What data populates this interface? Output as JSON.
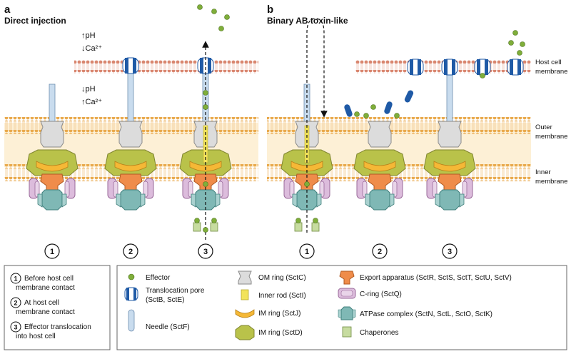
{
  "panel_a": {
    "letter": "a",
    "title": "Direct injection"
  },
  "panel_b": {
    "letter": "b",
    "title": "Binary AB toxin-like"
  },
  "conditions_outside": {
    "ph": "↑pH",
    "ca": "↓Ca²⁺"
  },
  "conditions_inside": {
    "ph": "↓pH",
    "ca": "↑Ca²⁺"
  },
  "membrane_labels": {
    "host_cell_line1": "Host cell",
    "host_cell_line2": "membrane",
    "outer_line1": "Outer",
    "outer_line2": "membrane",
    "inner_line1": "Inner",
    "inner_line2": "membrane"
  },
  "step_numbers": [
    "1",
    "2",
    "3"
  ],
  "steps_legend": [
    {
      "num": "1",
      "line1": "Before host cell",
      "line2": "membrane contact"
    },
    {
      "num": "2",
      "line1": "At host cell",
      "line2": "membrane contact"
    },
    {
      "num": "3",
      "line1": "Effector translocation",
      "line2": "into host cell"
    }
  ],
  "components_legend": [
    {
      "icon": "effector-icon",
      "label": "Effector"
    },
    {
      "icon": "translocation-pore-icon",
      "label_line1": "Translocation pore",
      "label_line2": "(SctB, SctE)"
    },
    {
      "icon": "needle-icon",
      "label": "Needle (SctF)"
    },
    {
      "icon": "om-ring-icon",
      "label": "OM ring (SctC)"
    },
    {
      "icon": "inner-rod-icon",
      "label": "Inner rod (SctI)"
    },
    {
      "icon": "im-ring-sctj-icon",
      "label": "IM ring (SctJ)"
    },
    {
      "icon": "im-ring-sctd-icon",
      "label": "IM ring (SctD)"
    },
    {
      "icon": "export-apparatus-icon",
      "label": "Export apparatus (SctR, SctS, SctT, SctU, SctV)"
    },
    {
      "icon": "c-ring-icon",
      "label": "C-ring (SctQ)"
    },
    {
      "icon": "atpase-complex-icon",
      "label": "ATPase complex (SctN, SctL, SctO, SctK)"
    },
    {
      "icon": "chaperones-icon",
      "label": "Chaperones"
    }
  ],
  "colors": {
    "effector": "#7fae3a",
    "pore": "#1f5aa6",
    "needle": "#c9dcee",
    "om_ring": "#d9d9d9",
    "inner_rod": "#f2e35a",
    "sctj": "#f5b836",
    "sctd": "#b9c24a",
    "export": "#ef8c4a",
    "c_ring": "#d9b8d8",
    "atpase": "#7fb8b5",
    "chaperone": "#c7dca0",
    "host_membrane": "#d98b7a",
    "bacterial_membrane": "#e9b35c",
    "periplasm": "#fdf0d6"
  }
}
